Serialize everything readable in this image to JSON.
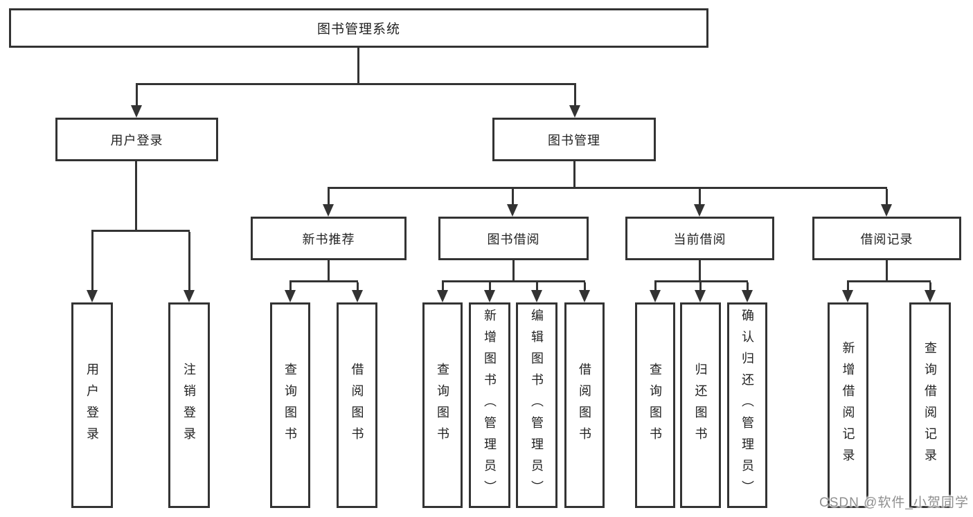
{
  "diagram": {
    "root": {
      "label": "图书管理系统"
    },
    "level1": [
      {
        "id": "user-login",
        "label": "用户登录"
      },
      {
        "id": "book-management",
        "label": "图书管理"
      }
    ],
    "level2": [
      {
        "id": "new-book-recommend",
        "label": "新书推荐"
      },
      {
        "id": "book-borrow",
        "label": "图书借阅"
      },
      {
        "id": "current-borrow",
        "label": "当前借阅"
      },
      {
        "id": "borrow-records",
        "label": "借阅记录"
      }
    ],
    "leaves": [
      {
        "id": "user-login-leaf",
        "label": "用户登录"
      },
      {
        "id": "logout",
        "label": "注销登录"
      },
      {
        "id": "query-books-1",
        "label": "查询图书"
      },
      {
        "id": "borrow-books-1",
        "label": "借阅图书"
      },
      {
        "id": "query-books-2",
        "label": "查询图书"
      },
      {
        "id": "add-books-admin",
        "label": "新增图书（管理员）"
      },
      {
        "id": "edit-books-admin",
        "label": "编辑图书（管理员）"
      },
      {
        "id": "borrow-books-2",
        "label": "借阅图书"
      },
      {
        "id": "query-books-3",
        "label": "查询图书"
      },
      {
        "id": "return-books",
        "label": "归还图书"
      },
      {
        "id": "confirm-return-admin",
        "label": "确认归还（管理员）"
      },
      {
        "id": "add-borrow-record",
        "label": "新增借阅记录"
      },
      {
        "id": "query-borrow-record",
        "label": "查询借阅记录"
      }
    ]
  },
  "watermark": {
    "text": "CSDN @软件_小贺同学"
  },
  "colors": {
    "line": "#333333",
    "text": "#222222",
    "background": "#ffffff",
    "watermark": "#8f8f8f"
  }
}
